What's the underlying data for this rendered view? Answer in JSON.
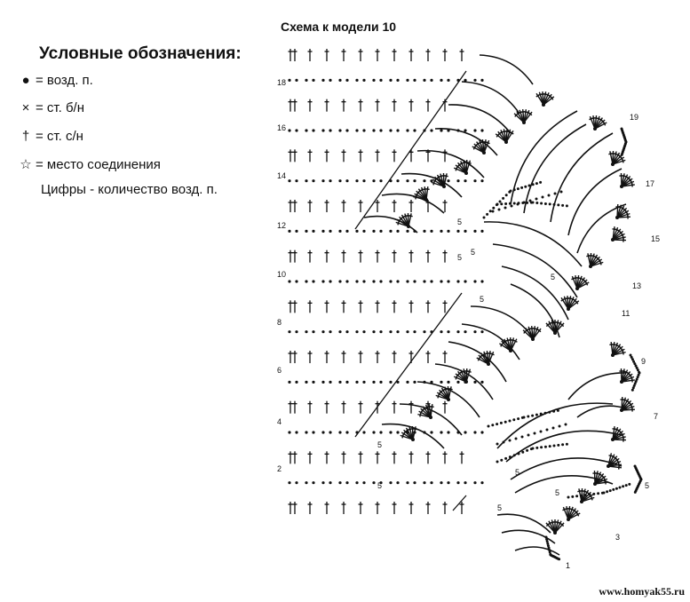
{
  "diagram_title": "Схема  к модели 10",
  "legend": {
    "title": "Условные обозначения:",
    "items": [
      {
        "icon": "filled-dot-icon",
        "symbol": "●",
        "label": "= возд. п."
      },
      {
        "icon": "cross-icon",
        "symbol": "×",
        "label": "=  ст. б/н"
      },
      {
        "icon": "dagger-icon",
        "symbol": "†",
        "label": "= ст. с/н"
      },
      {
        "icon": "star-outline-icon",
        "symbol": "☆",
        "label": "= место соединения"
      }
    ],
    "note": "Цифры - количество возд. п."
  },
  "row_numbers_left": [
    "18",
    "16",
    "14",
    "12",
    "10",
    "8",
    "6",
    "4",
    "2"
  ],
  "row_numbers_right": [
    "19",
    "17",
    "15",
    "13",
    "11",
    "9",
    "7",
    "5",
    "3",
    "1"
  ],
  "chain_counts": [
    "5",
    "5",
    "5",
    "5",
    "5",
    "5",
    "5",
    "5",
    "5",
    "5"
  ],
  "watermark": "www.homyak55.ru"
}
